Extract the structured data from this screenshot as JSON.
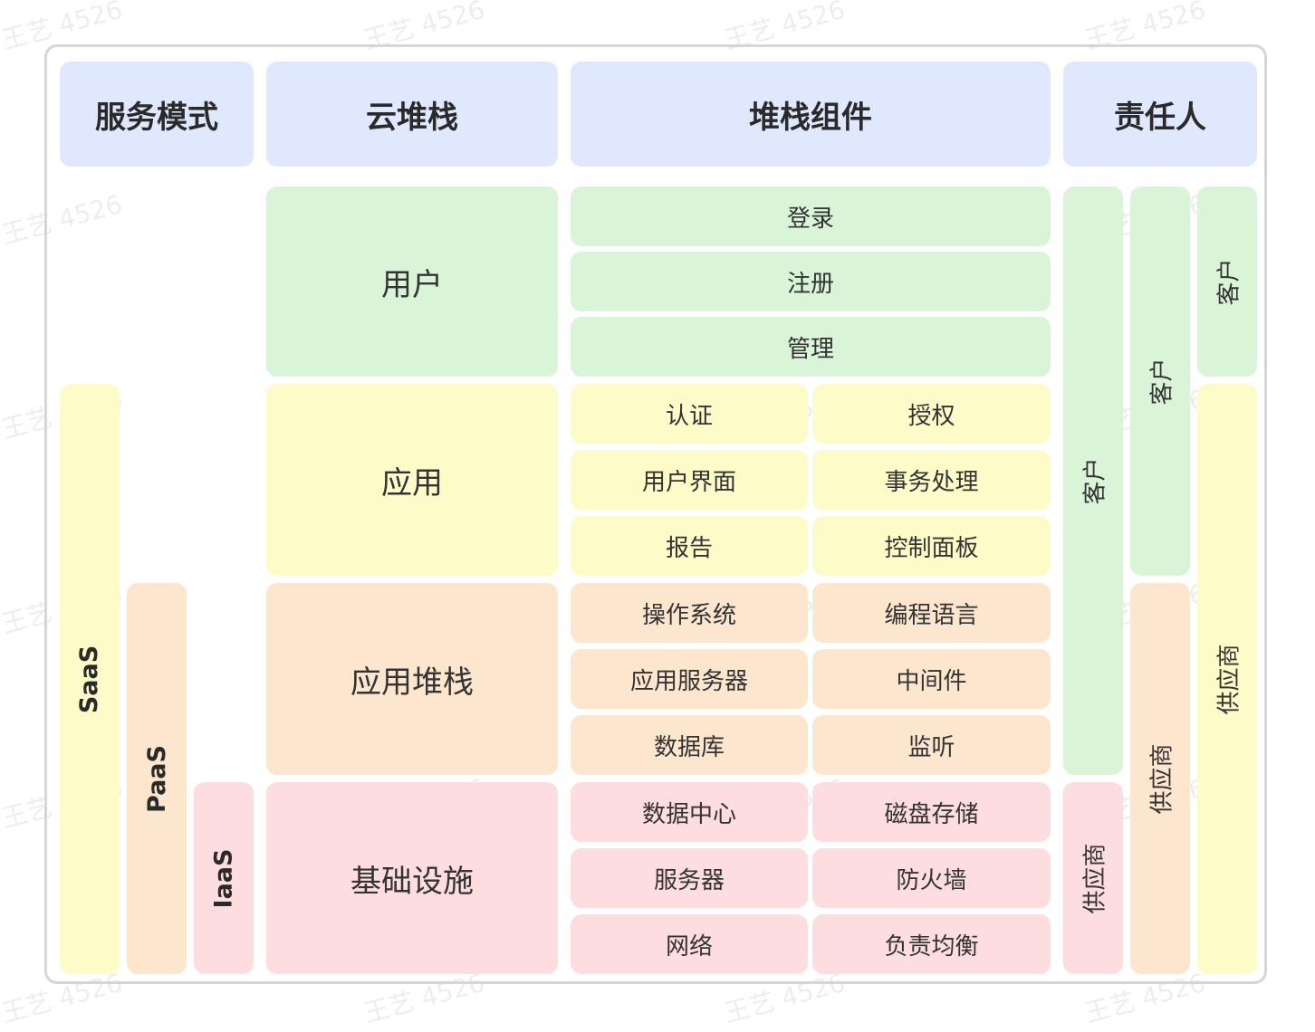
{
  "headers": {
    "service_model": "服务模式",
    "cloud_stack": "云堆栈",
    "stack_components": "堆栈组件",
    "owner": "责任人"
  },
  "service_models": {
    "saas": "SaaS",
    "paas": "PaaS",
    "iaas": "IaaS"
  },
  "layers": {
    "user": "用户",
    "application": "应用",
    "app_stack": "应用堆栈",
    "infrastructure": "基础设施"
  },
  "components": {
    "user": [
      "登录",
      "注册",
      "管理"
    ],
    "application": [
      "认证",
      "授权",
      "用户界面",
      "事务处理",
      "报告",
      "控制面板"
    ],
    "app_stack": [
      "操作系统",
      "编程语言",
      "应用服务器",
      "中间件",
      "数据库",
      "监听"
    ],
    "infrastructure": [
      "数据中心",
      "磁盘存储",
      "服务器",
      "防火墙",
      "网络",
      "负责均衡"
    ]
  },
  "owners": {
    "iaas_customer": "客户",
    "iaas_vendor": "供应商",
    "paas_customer": "客户",
    "paas_vendor": "供应商",
    "saas_customer": "客户",
    "saas_vendor": "供应商"
  },
  "watermark": "王艺 4526",
  "colors": {
    "header": "#dfe8fd",
    "user": "#d9f4d6",
    "application": "#fdfcc9",
    "app_stack": "#fde6ce",
    "infrastructure": "#fddddf",
    "frame": "#d6d6d6"
  }
}
